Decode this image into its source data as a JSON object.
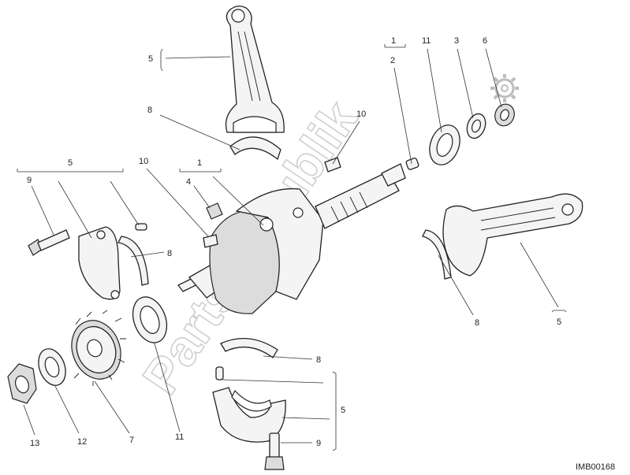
{
  "diagram_code": "IMB00168",
  "watermark": "PartsRepublik",
  "callouts": {
    "top_rod_5": "5",
    "top_shell_8": "8",
    "key_10_right": "10",
    "grp_1_right": "1",
    "pin_2": "2",
    "washer_11_top": "11",
    "spacer_3": "3",
    "nut_6": "6",
    "grp_5_left": "5",
    "screw_9_left": "9",
    "key_10_left": "10",
    "grp_1_left": "1",
    "plug_4": "4",
    "shell_8_left": "8",
    "right_shell_8": "8",
    "right_rod_5": "5",
    "bot_shell_8": "8",
    "bot_grp_5": "5",
    "bot_screw_9": "9",
    "nut_13": "13",
    "washer_12": "12",
    "gear_7": "7",
    "washer_11_bot": "11"
  }
}
